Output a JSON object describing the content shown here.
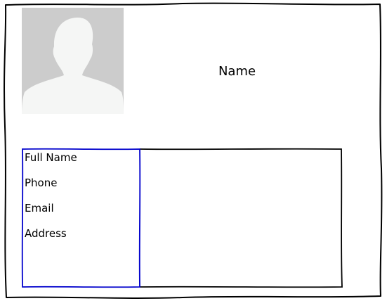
{
  "profile": {
    "name": "Name",
    "avatar_icon": "person-silhouette-icon"
  },
  "details": {
    "labels": [
      "Full Name",
      "Phone",
      "Email",
      "Address"
    ]
  },
  "colors": {
    "frame": "#000000",
    "selection": "#0000cc",
    "avatar_background": "#cccccc",
    "avatar_silhouette": "#f5f6f5"
  }
}
